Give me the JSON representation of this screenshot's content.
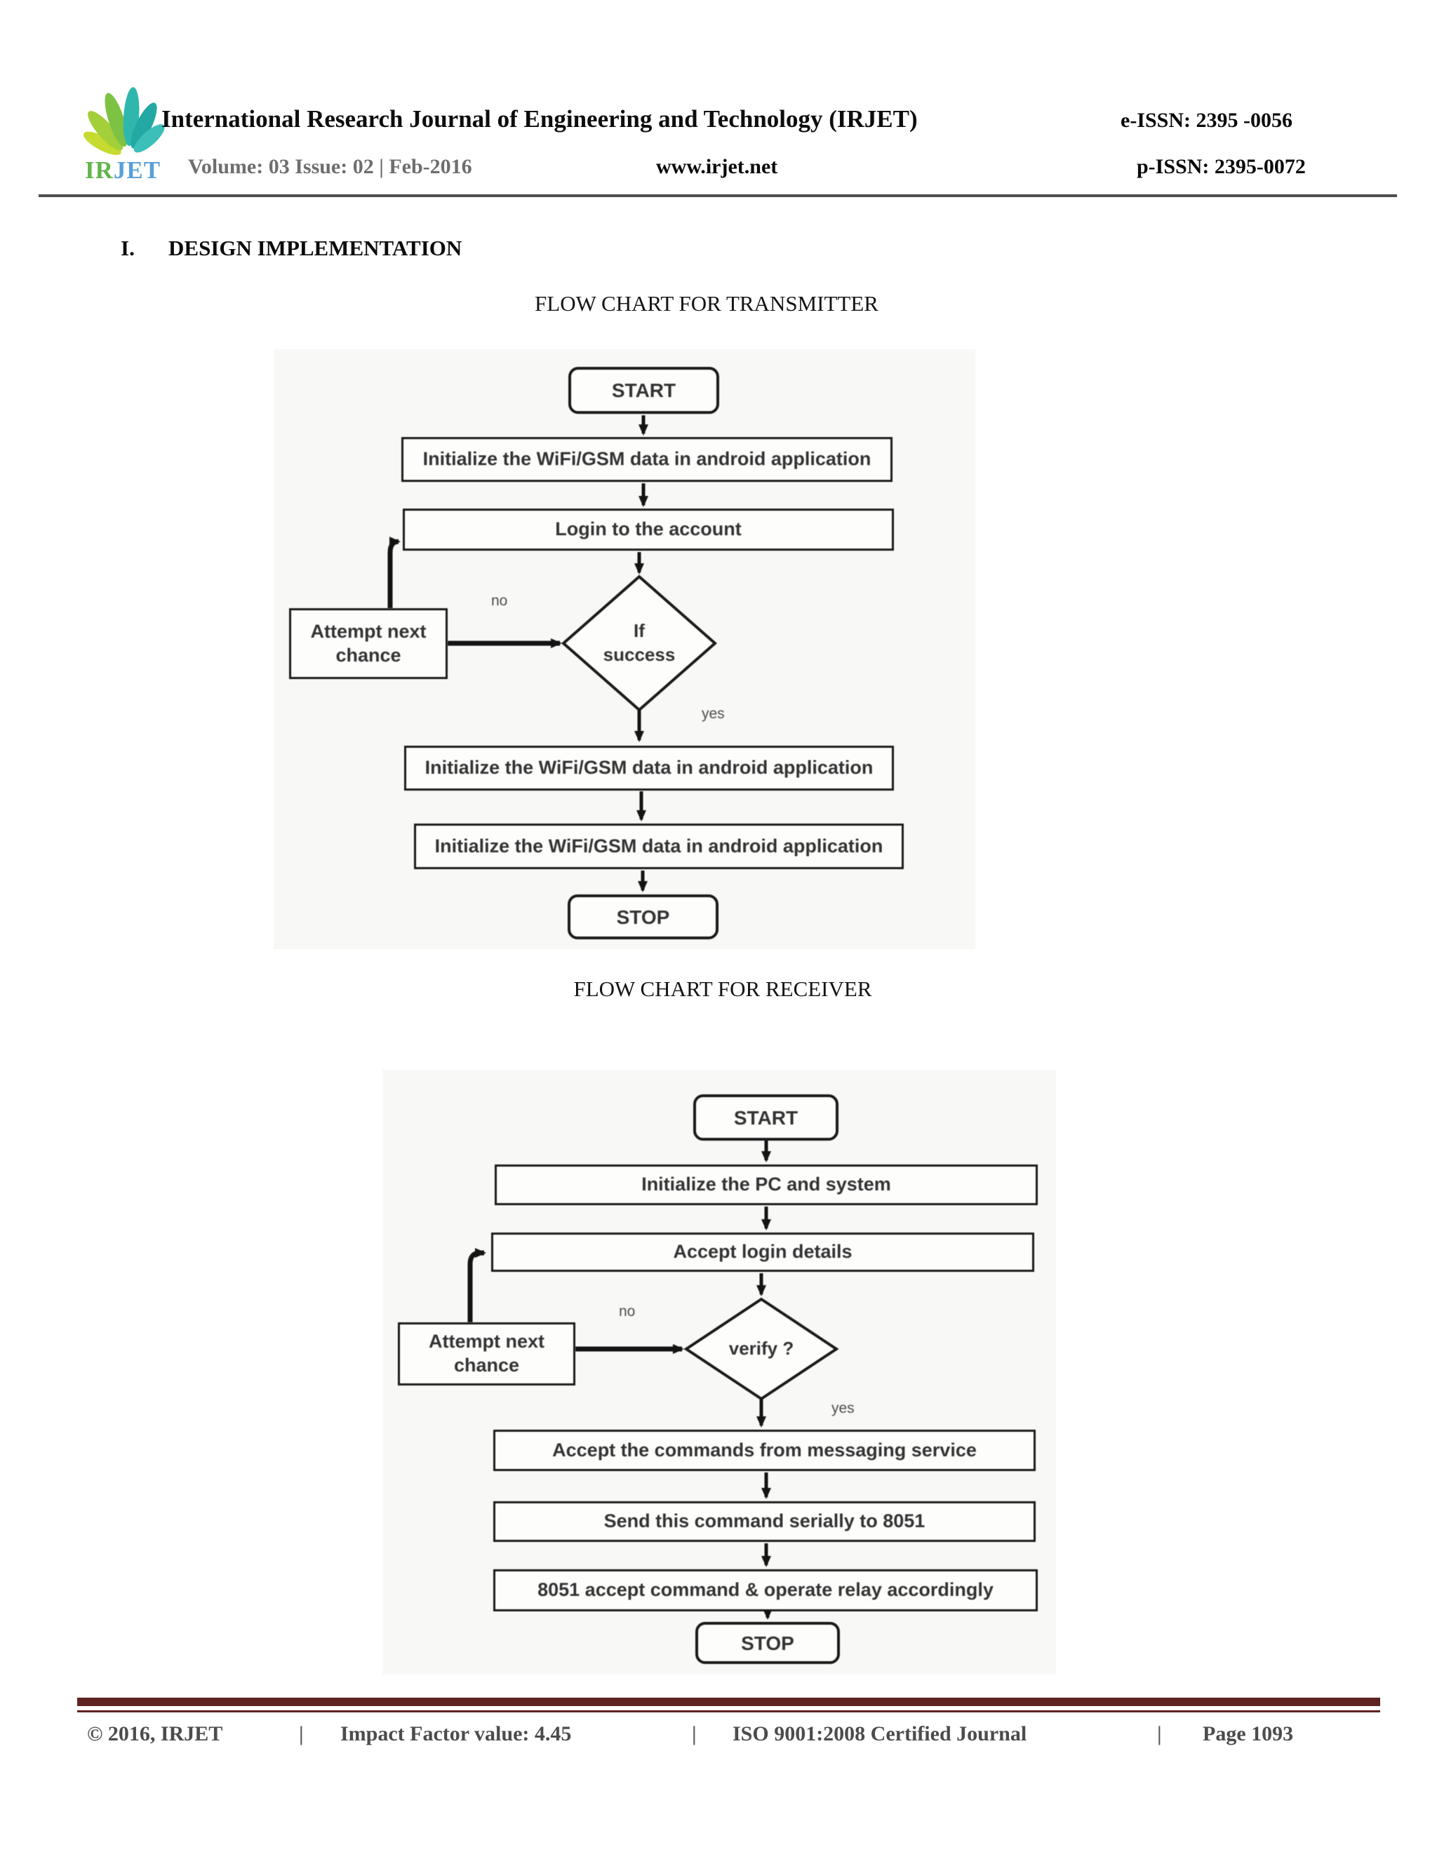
{
  "header": {
    "logo": {
      "ir": "IR",
      "jet": "JET"
    },
    "title": "International Research Journal of Engineering and Technology (IRJET)",
    "eissn": "e-ISSN: 2395 -0056",
    "volume_line": "Volume: 03 Issue: 02 | Feb-2016",
    "website": "www.irjet.net",
    "pissn": "p-ISSN: 2395-0072"
  },
  "section": {
    "numeral": "I.",
    "heading": "DESIGN IMPLEMENTATION"
  },
  "charts": {
    "transmitter": {
      "title": "FLOW CHART FOR TRANSMITTER",
      "start": "START",
      "step1": "Initialize the WiFi/GSM data in android application",
      "step2": "Login to the account",
      "decision": "If success",
      "no_label": "no",
      "yes_label": "yes",
      "no_branch": "Attempt next chance",
      "step3": "Initialize the WiFi/GSM data in android application",
      "step4": "Initialize the WiFi/GSM data in android application",
      "stop": "STOP"
    },
    "receiver": {
      "title": "FLOW CHART FOR RECEIVER",
      "start": "START",
      "step1": "Initialize  the PC and system",
      "step2": "Accept login details",
      "decision": "verify ?",
      "no_label": "no",
      "yes_label": "yes",
      "no_branch": "Attempt next chance",
      "step3": "Accept the commands from messaging service",
      "step4": "Send this command serially  to  8051",
      "step5": "8051 accept command & operate relay accordingly",
      "stop": "STOP"
    }
  },
  "footer": {
    "copyright": "© 2016, IRJET",
    "sep": "|",
    "impact": "Impact Factor value: 4.45",
    "iso": "ISO 9001:2008 Certified Journal",
    "page": "Page 1093"
  },
  "colors": {
    "footer_bar": "#5d2422",
    "logo_green": "#62b54a",
    "logo_blue": "#58a0d8",
    "line_color": "#141414"
  }
}
